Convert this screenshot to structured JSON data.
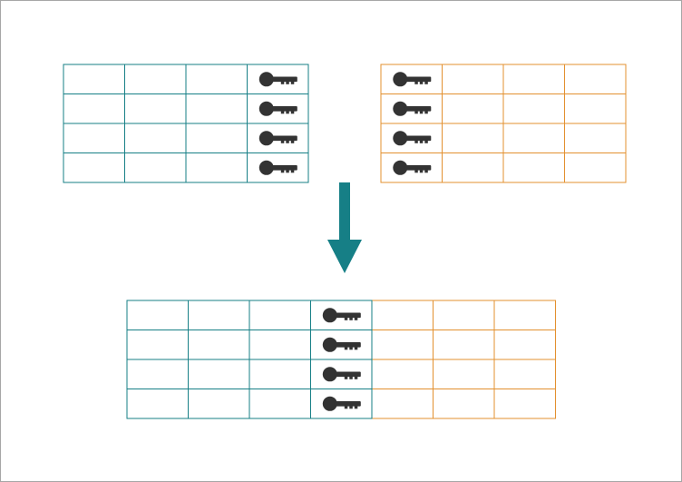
{
  "diagram": {
    "left_table": {
      "rows": 4,
      "columns": 4,
      "key_column": 3,
      "color": "#167f86"
    },
    "right_table": {
      "rows": 4,
      "columns": 4,
      "key_column": 0,
      "color": "#e3902f"
    },
    "merged_table": {
      "rows": 4,
      "columns": 7,
      "key_column": 3,
      "column_colors": [
        "#167f86",
        "#167f86",
        "#167f86",
        "#167f86",
        "#e3902f",
        "#e3902f",
        "#e3902f"
      ]
    },
    "arrow": {
      "direction": "down",
      "color": "#167f86"
    },
    "key_icon": {
      "name": "key-icon",
      "color": "#333333"
    }
  }
}
